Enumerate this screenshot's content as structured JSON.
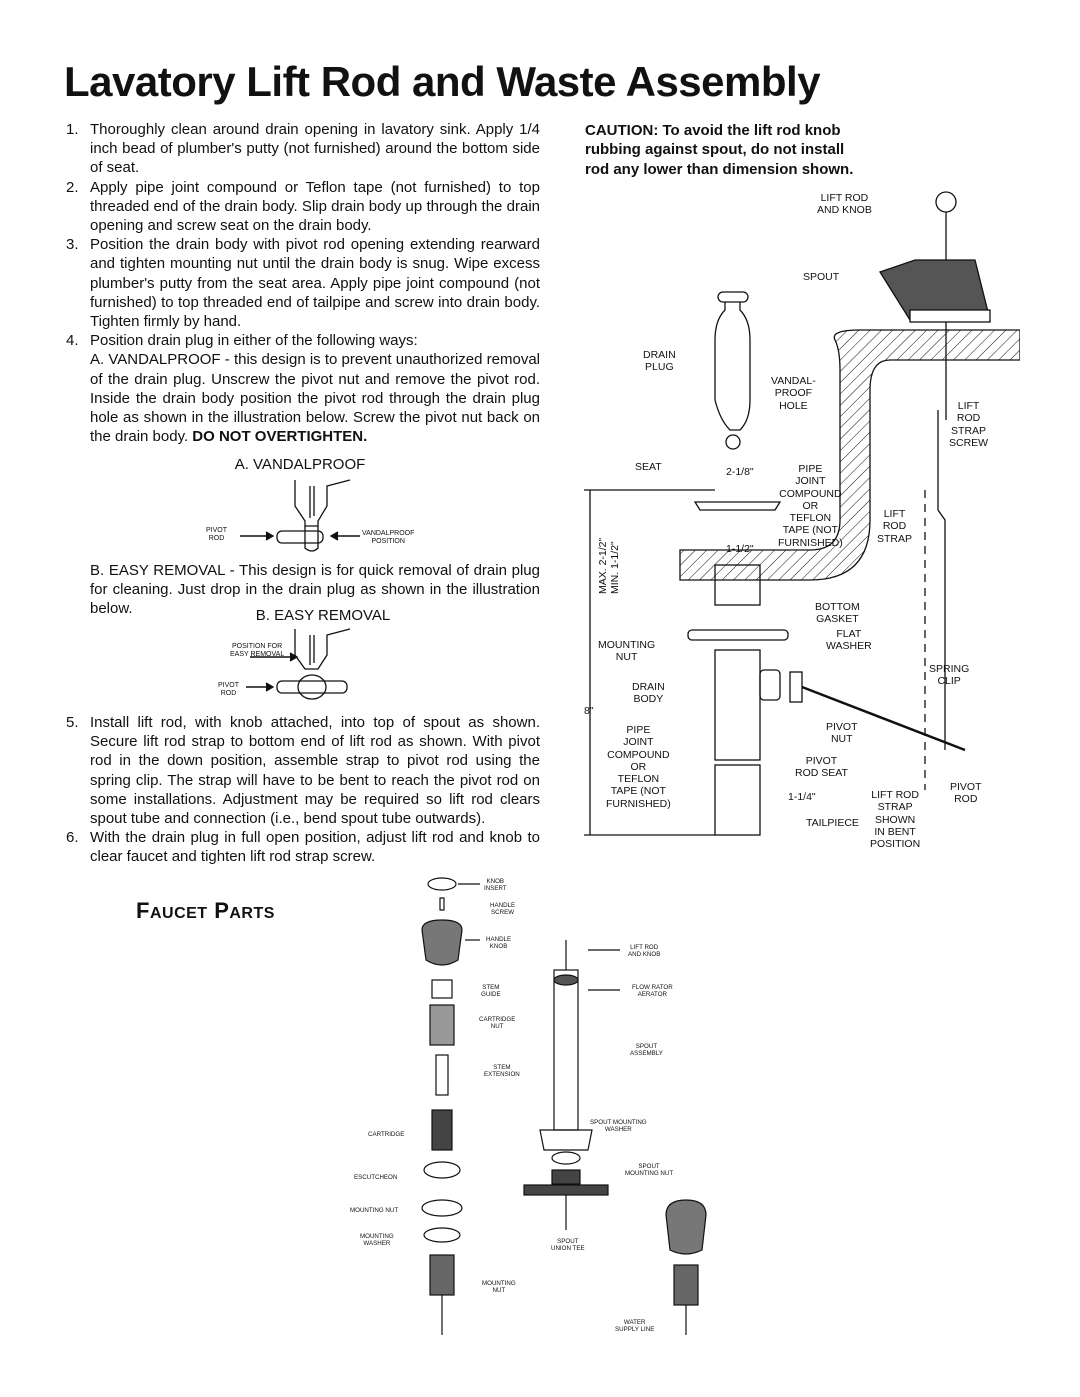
{
  "title": "Lavatory Lift Rod and Waste Assembly",
  "steps": [
    {
      "num": "1.",
      "text": "Thoroughly clean around drain opening in lavatory sink. Apply 1/4 inch bead of plumber's putty (not furnished) around the bottom side of seat."
    },
    {
      "num": "2.",
      "text": "Apply pipe joint compound or Teflon tape (not furnished) to top threaded end of the drain body. Slip drain body up through the drain opening and screw seat on the drain body."
    },
    {
      "num": "3.",
      "text": "Position the drain body with pivot rod opening extending rearward and tighten mounting nut until the drain body is snug. Wipe excess plumber's putty from the seat area. Apply pipe joint compound  (not furnished) to top threaded end of tailpipe and screw into drain body. Tighten firmly by hand."
    },
    {
      "num": "4.",
      "text": "Position drain plug in either of the following ways:"
    }
  ],
  "step4a": {
    "text": "A. VANDALPROOF - this design is to prevent unauthorized removal of the drain plug. Unscrew the pivot nut and remove the pivot rod. Inside the drain body position the pivot rod through the drain plug hole as shown in the illustration below. Screw the pivot nut back on the drain body.",
    "warning": "DO NOT OVERTIGHTEN."
  },
  "figA": {
    "caption": "A. VANDALPROOF",
    "pivot_rod": "PIVOT\nROD",
    "position": "VANDALPROOF\nPOSITION"
  },
  "step4b": {
    "text": "B.  EASY REMOVAL  -  This design is for quick removal of drain plug  for cleaning.  Just drop in the drain plug as shown in the illustration below."
  },
  "figB": {
    "caption": "B. EASY REMOVAL",
    "position": "POSITION FOR\nEASY REMOVAL",
    "pivot_rod": "PIVOT\nROD"
  },
  "steps2": [
    {
      "num": "5.",
      "text": "Install lift rod, with knob attached, into top of spout as shown. Secure lift rod strap to bottom end of lift rod as shown. With pivot rod in the down position, assemble strap to pivot rod using the spring clip. The strap will have to be bent to reach the pivot rod on some installations. Adjustment may be required so lift rod clears spout tube and connection (i.e., bend spout tube outwards)."
    },
    {
      "num": "6.",
      "text": "With the drain plug in full open position, adjust lift rod and knob to clear faucet and tighten lift rod strap screw."
    }
  ],
  "caution": "CAUTION:  To avoid the lift rod knob rubbing against spout, do not install rod any lower than dimension shown.",
  "diagram": {
    "lift_rod_knob": "LIFT ROD\nAND KNOB",
    "spout": "SPOUT",
    "drain_plug": "DRAIN\nPLUG",
    "vandalproof_hole": "VANDAL-\nPROOF\nHOLE",
    "lift_rod_strap_screw": "LIFT\nROD\nSTRAP\nSCREW",
    "seat": "SEAT",
    "dim_2_1_8": "2-1/8\"",
    "pipe_joint": "PIPE\nJOINT\nCOMPOUND\nOR\nTEFLON\nTAPE (NOT\nFURNISHED)",
    "lift_rod_strap": "LIFT\nROD\nSTRAP",
    "dim_1_1_2": "1-1/2\"",
    "max_min": "MAX. 2-1/2\"\nMIN. 1-1/2\"",
    "bottom_gasket": "BOTTOM\nGASKET",
    "flat_washer": "FLAT\nWASHER",
    "mounting_nut": "MOUNTING\nNUT",
    "spring_clip": "SPRING\nCLIP",
    "drain_body": "DRAIN\nBODY",
    "dim_8": "8\"",
    "pivot_nut": "PIVOT\nNUT",
    "pipe_joint2": "PIPE\nJOINT\nCOMPOUND\nOR\nTEFLON\nTAPE (NOT\nFURNISHED)",
    "pivot_rod_seat": "PIVOT\nROD SEAT",
    "pivot_rod": "PIVOT\nROD",
    "dim_1_1_4": "1-1/4\"",
    "lift_rod_bent": "LIFT ROD\nSTRAP\nSHOWN\nIN BENT\nPOSITION",
    "tailpiece": "TAILPIECE"
  },
  "faucet_parts": {
    "heading_big1": "F",
    "heading_small1": "AUCET",
    "heading_big2": "P",
    "heading_small2": "ARTS",
    "knob_insert": "KNOB\nINSERT",
    "handle_screw": "HANDLE\nSCREW",
    "handle_knob": "HANDLE\nKNOB",
    "stem_guide": "STEM\nGUIDE",
    "cartridge_nut": "CARTRIDGE\nNUT",
    "stem_extension": "STEM\nEXTENSION",
    "cartridge": "CARTRIDGE",
    "escutcheon": "ESCUTCHEON",
    "mounting_nut": "MOUNTING NUT",
    "mounting_washer": "MOUNTING\nWASHER",
    "mounting_nut2": "MOUNTING\nNUT",
    "lift_rod_knob": "LIFT ROD\nAND KNOB",
    "flow_rator": "FLOW RATOR\nAERATOR",
    "spout_assembly": "SPOUT\nASSEMBLY",
    "spout_mounting_washer": "SPOUT MOUNTING\nWASHER",
    "spout_mounting_nut": "SPOUT\nMOUNTING NUT",
    "spout_union_tee": "SPOUT\nUNION TEE",
    "water_supply": "WATER\nSUPPLY LINE"
  }
}
